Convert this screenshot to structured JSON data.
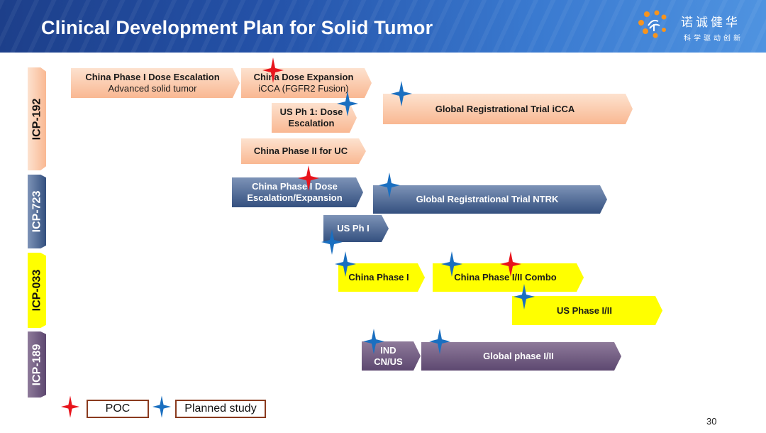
{
  "header": {
    "title": "Clinical Development Plan for Solid Tumor",
    "logo_name": "诺诚健华",
    "logo_slogan": "科学驱动创新"
  },
  "programs": [
    {
      "label": "ICP-192",
      "color": "#f9b892"
    },
    {
      "label": "ICP-723",
      "color": "#34507f"
    },
    {
      "label": "ICP-033",
      "color": "#ffff00"
    },
    {
      "label": "ICP-189",
      "color": "#5d4870"
    }
  ],
  "bars": {
    "china_ph1_dose_esc": {
      "title": "China Phase I Dose Escalation",
      "subtitle": "Advanced solid tumor"
    },
    "china_dose_exp": {
      "title": "China Dose Expansion",
      "subtitle": "iCCA (FGFR2 Fusion)"
    },
    "us_ph1_dose_esc": {
      "title": "US Ph 1: Dose",
      "subtitle": "Escalation"
    },
    "global_reg_icca": {
      "title": "Global Registrational Trial iCCA"
    },
    "china_ph2_uc": {
      "title": "China Phase II for UC"
    },
    "china_ph1_dose_esc_exp": {
      "title": "China Phase I Dose",
      "subtitle": "Escalation/Expansion"
    },
    "global_reg_ntrk": {
      "title": "Global Registrational Trial NTRK"
    },
    "us_ph1": {
      "title": "US Ph I"
    },
    "china_ph1": {
      "title": "China Phase I"
    },
    "china_ph12_combo": {
      "title": "China Phase I/II Combo"
    },
    "us_ph12": {
      "title": "US Phase I/II"
    },
    "ind_cn_us": {
      "title": "IND",
      "subtitle": "CN/US"
    },
    "global_ph12": {
      "title": "Global phase I/II"
    }
  },
  "legend": {
    "poc_label": "POC",
    "poc_color": "#e8141c",
    "planned_label": "Planned study",
    "planned_color": "#1a6fc0"
  },
  "page_number": "30"
}
